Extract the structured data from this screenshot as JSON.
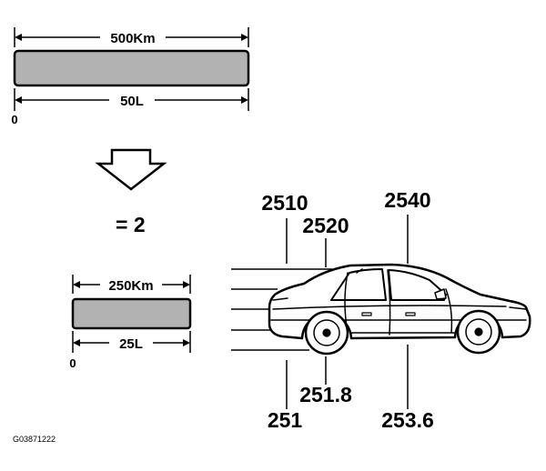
{
  "top_gauge": {
    "distance_label": "500Km",
    "volume_label": "50L",
    "zero_label": "0",
    "bar_fill": "#b2b2b2"
  },
  "divider": {
    "label": "= 2"
  },
  "bottom_gauge": {
    "distance_label": "250Km",
    "volume_label": "25L",
    "zero_label": "0",
    "bar_fill": "#b2b2b2"
  },
  "car_labels": {
    "top": [
      "2510",
      "2520",
      "2540"
    ],
    "bottom": [
      "251.8",
      "251",
      "253.6"
    ]
  },
  "figure_code": "G03871222"
}
